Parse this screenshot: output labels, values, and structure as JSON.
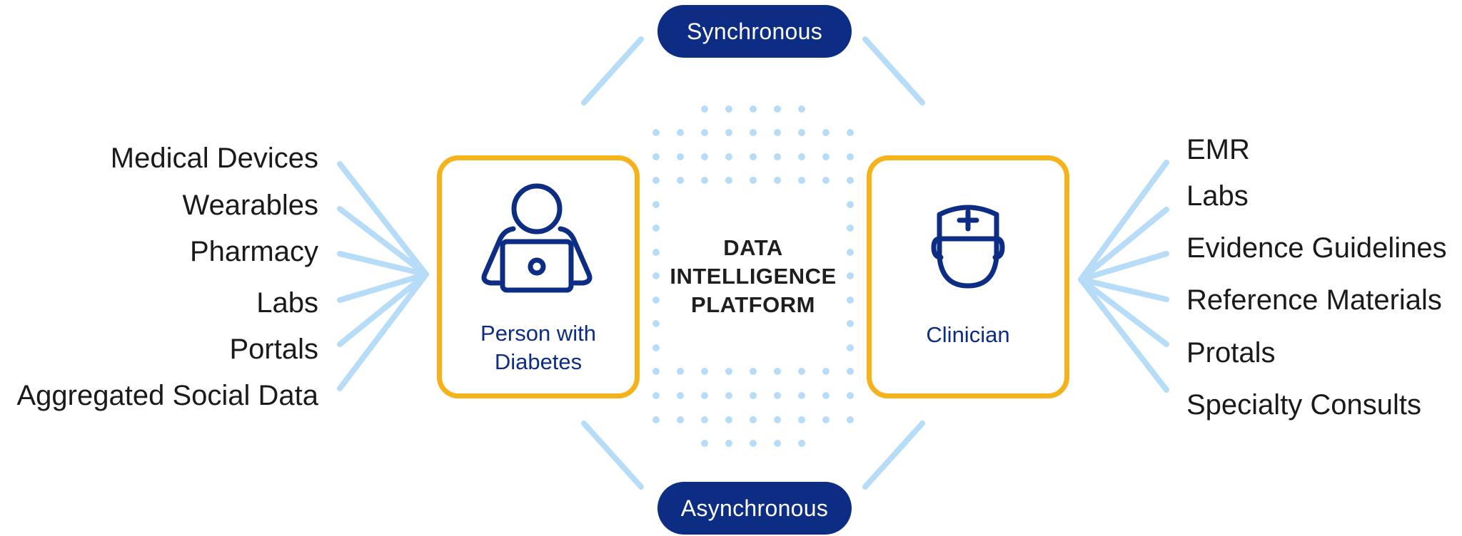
{
  "modes": {
    "top": "Synchronous",
    "bottom": "Asynchronous"
  },
  "platform": {
    "line1": "DATA",
    "line2": "INTELLIGENCE",
    "line3": "PLATFORM"
  },
  "person_card": {
    "line1": "Person with",
    "line2": "Diabetes",
    "icon": "person-laptop-icon"
  },
  "clinician_card": {
    "label": "Clinician",
    "icon": "clinician-icon"
  },
  "left_sources": [
    "Medical Devices",
    "Wearables",
    "Pharmacy",
    "Labs",
    "Portals",
    "Aggregated Social Data"
  ],
  "right_sources": [
    "EMR",
    "Labs",
    "Evidence Guidelines",
    "Reference Materials",
    "Protals",
    "Specialty Consults"
  ],
  "colors": {
    "navy": "#0c2d83",
    "gold": "#f6b21a",
    "light_blue": "#b6dcf7",
    "text": "#1a1a1a"
  }
}
